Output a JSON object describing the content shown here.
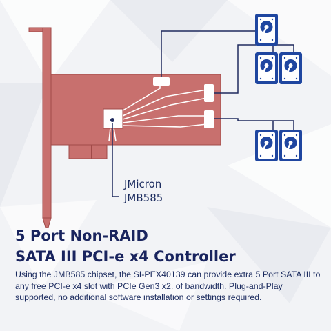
{
  "chip": {
    "brand": "JMicron",
    "model": "JMB585"
  },
  "heading": {
    "line1": "5 Port Non-RAID",
    "line2": "SATA III PCI-e x4 Controller"
  },
  "description": "Using the JMB585 chipset, the SI-PEX40139 can provide extra 5 Port SATA III to any free PCI-e x4 slot with PCIe Gen3 x2. of bandwidth. Plug-and-Play supported, no additional software installation or settings required.",
  "colors": {
    "card": "#c8706e",
    "card_edge": "#a04a48",
    "accent_blue": "#1f46a0",
    "text_navy": "#19245e"
  },
  "icons": [
    "hard-drive-icon"
  ]
}
